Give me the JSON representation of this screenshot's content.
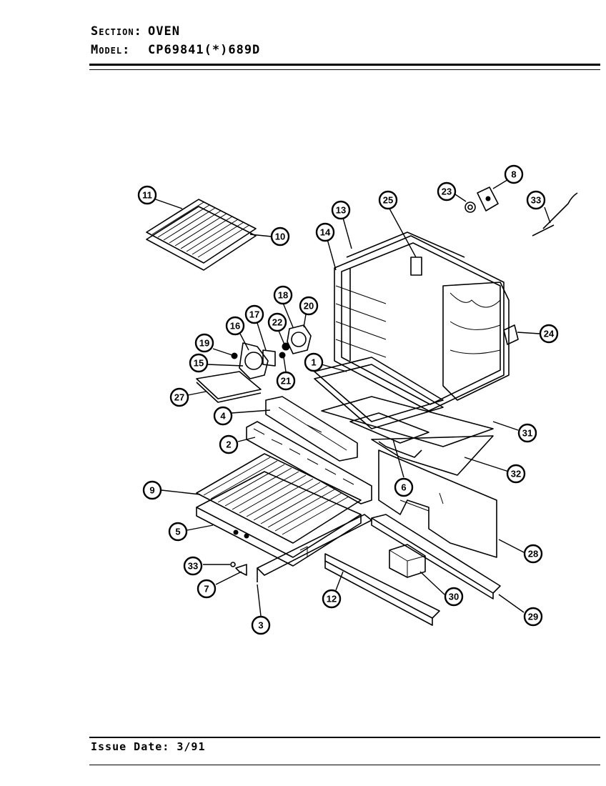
{
  "header": {
    "section_label": "Section:",
    "section_value": "OVEN",
    "model_label": "Model:",
    "model_value": "CP69841(*)689D"
  },
  "footer": {
    "issue_label": "Issue Date:",
    "issue_value": "3/91"
  },
  "callouts": [
    {
      "id": "c11",
      "label": "11"
    },
    {
      "id": "c10",
      "label": "10"
    },
    {
      "id": "c13",
      "label": "13"
    },
    {
      "id": "c14",
      "label": "14"
    },
    {
      "id": "c25",
      "label": "25"
    },
    {
      "id": "c23",
      "label": "23"
    },
    {
      "id": "c8",
      "label": "8"
    },
    {
      "id": "c33a",
      "label": "33"
    },
    {
      "id": "c18",
      "label": "18"
    },
    {
      "id": "c20",
      "label": "20"
    },
    {
      "id": "c17",
      "label": "17"
    },
    {
      "id": "c22",
      "label": "22"
    },
    {
      "id": "c16",
      "label": "16"
    },
    {
      "id": "c19",
      "label": "19"
    },
    {
      "id": "c15",
      "label": "15"
    },
    {
      "id": "c21",
      "label": "21"
    },
    {
      "id": "c1",
      "label": "1"
    },
    {
      "id": "c24",
      "label": "24"
    },
    {
      "id": "c27",
      "label": "27"
    },
    {
      "id": "c4",
      "label": "4"
    },
    {
      "id": "c31",
      "label": "31"
    },
    {
      "id": "c2",
      "label": "2"
    },
    {
      "id": "c32",
      "label": "32"
    },
    {
      "id": "c6",
      "label": "6"
    },
    {
      "id": "c9",
      "label": "9"
    },
    {
      "id": "c5",
      "label": "5"
    },
    {
      "id": "c28",
      "label": "28"
    },
    {
      "id": "c33b",
      "label": "33"
    },
    {
      "id": "c7",
      "label": "7"
    },
    {
      "id": "c12",
      "label": "12"
    },
    {
      "id": "c30",
      "label": "30"
    },
    {
      "id": "c29",
      "label": "29"
    },
    {
      "id": "c3",
      "label": "3"
    }
  ]
}
